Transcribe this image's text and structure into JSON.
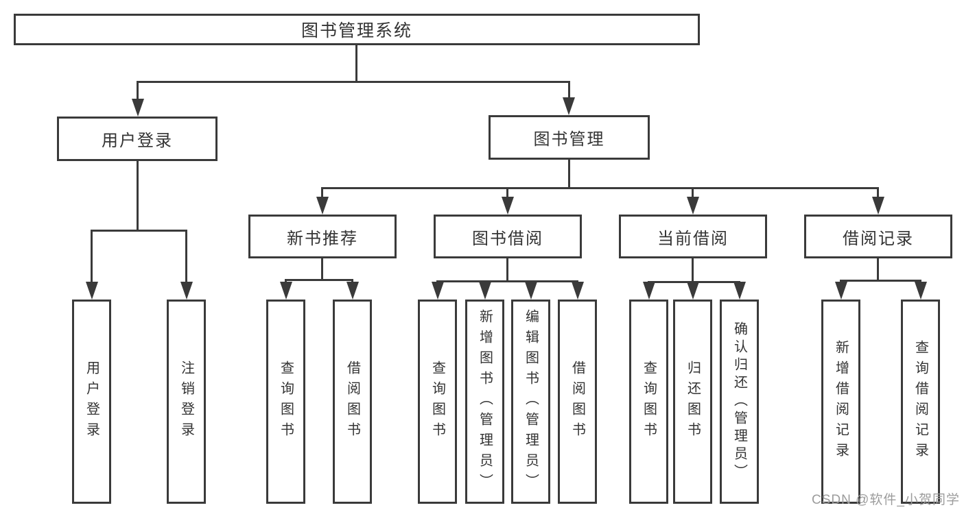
{
  "tree": {
    "label": "图书管理系统",
    "children": [
      {
        "label": "用户登录",
        "children": [
          {
            "label": "用户登录"
          },
          {
            "label": "注销登录"
          }
        ]
      },
      {
        "label": "图书管理",
        "children": [
          {
            "label": "新书推荐",
            "children": [
              {
                "label": "查询图书"
              },
              {
                "label": "借阅图书"
              }
            ]
          },
          {
            "label": "图书借阅",
            "children": [
              {
                "label": "查询图书"
              },
              {
                "label": "新增图书（管理员）"
              },
              {
                "label": "编辑图书（管理员）"
              },
              {
                "label": "借阅图书"
              }
            ]
          },
          {
            "label": "当前借阅",
            "children": [
              {
                "label": "查询图书"
              },
              {
                "label": "归还图书"
              },
              {
                "label": "确认归还（管理员）"
              }
            ]
          },
          {
            "label": "借阅记录",
            "children": [
              {
                "label": "新增借阅记录"
              },
              {
                "label": "查询借阅记录"
              }
            ]
          }
        ]
      }
    ]
  },
  "watermark": "CSDN @软件_小贺同学",
  "colors": {
    "line": "#3a3a3a",
    "text": "#333333",
    "watermark": "#9c9c9c",
    "background": "#ffffff"
  }
}
